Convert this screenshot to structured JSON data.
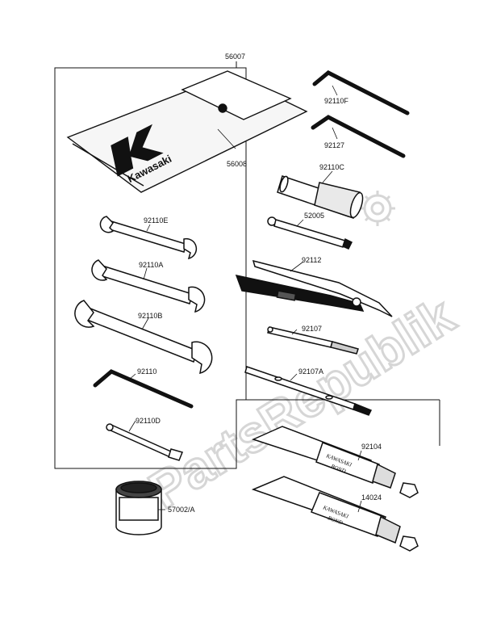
{
  "watermark": {
    "text": "PartsRepublik"
  },
  "brand": {
    "name": "Kawasaki",
    "bond_label_line1": "KAWASAKI",
    "bond_label_line2": "BOND"
  },
  "parts": {
    "kit_bag": "56007",
    "pouch": "56008",
    "hex_key_f": "92110F",
    "hex_key_2": "92127",
    "plug_wrench": "92110C",
    "handle_bar": "52005",
    "wrench_e": "92110E",
    "pliers": "92112",
    "wrench_a": "92110A",
    "wrench_b": "92110B",
    "screwdriver": "92107",
    "hex_key": "92110",
    "screwdriver_a": "92107A",
    "spoke_wrench": "92110D",
    "bond_tube_1": "92104",
    "bond_tube_2": "14024",
    "grease_can": "57002/A"
  }
}
